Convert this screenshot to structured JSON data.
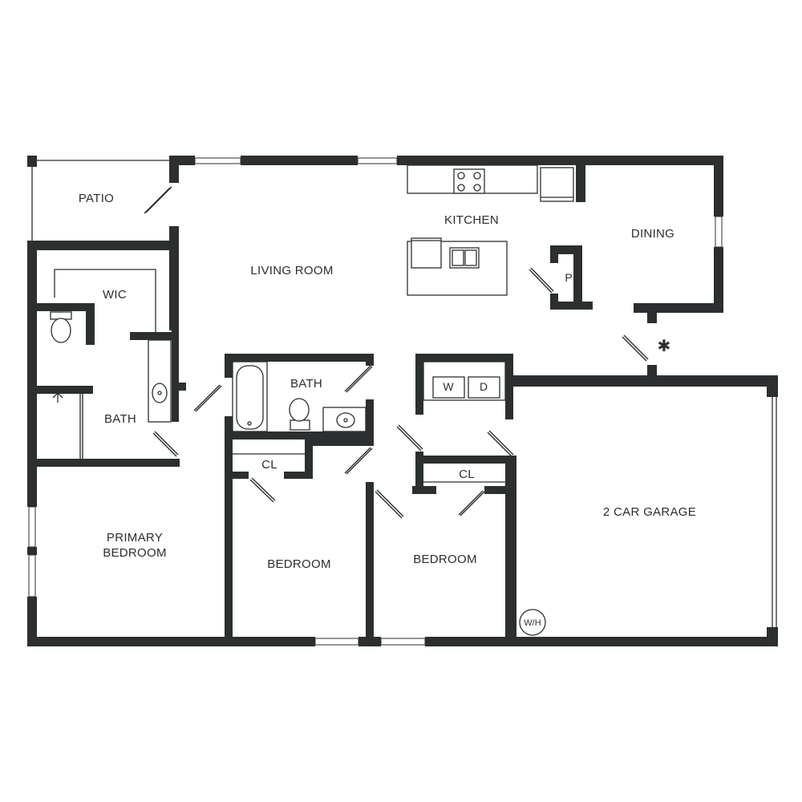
{
  "floorplan": {
    "rooms": {
      "patio": "PATIO",
      "living_room": "LIVING ROOM",
      "kitchen": "KITCHEN",
      "dining": "DINING",
      "wic": "WIC",
      "primary_bath": "BATH",
      "primary_bedroom_line1": "PRIMARY",
      "primary_bedroom_line2": "BEDROOM",
      "hall_bath": "BATH",
      "closet_a": "CL",
      "closet_b": "CL",
      "bedroom_2": "BEDROOM",
      "bedroom_3": "BEDROOM",
      "garage": "2 CAR GARAGE"
    },
    "fixtures": {
      "pantry": "P",
      "washer": "W",
      "dryer": "D",
      "water_heater": "W/H",
      "entry_marker": "✱"
    },
    "colors": {
      "wall": "#2b2f2f",
      "background": "#ffffff"
    }
  }
}
